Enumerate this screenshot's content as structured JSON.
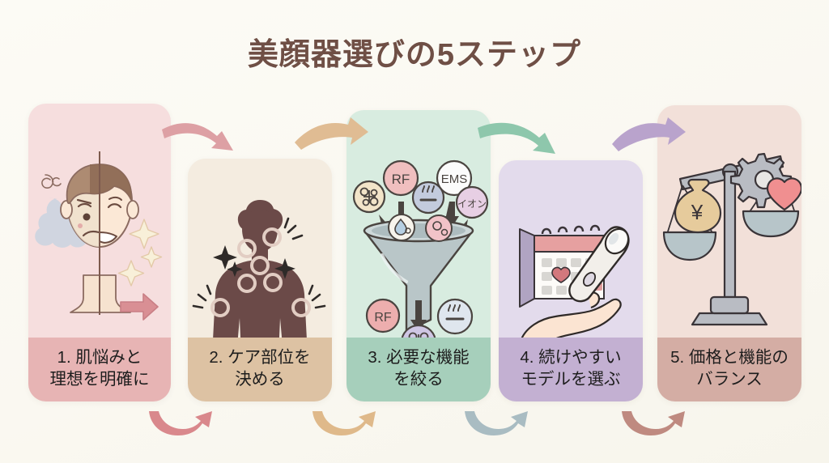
{
  "title": "美顔器選びの5ステップ",
  "theme": {
    "background": "#fbfaf4",
    "title_color": "#6f4f45",
    "label_color": "#1d1d1d"
  },
  "steps": [
    {
      "number": "1.",
      "label": "1. 肌悩みと\n理想を明確に",
      "card_color": "#f6dede",
      "band_color": "#e7b4b4",
      "illustration": "split-face-before-after",
      "illustration_parts": [
        "gloom-cloud",
        "worried-half-face",
        "smiling-half-face",
        "sparkle",
        "pink-right-arrow"
      ]
    },
    {
      "number": "2.",
      "label": "2. ケア部位を\n決める",
      "card_color": "#f4ece0",
      "band_color": "#ddc2a3",
      "illustration": "body-silhouette-care-zones",
      "illustration_parts": [
        "upper-body-silhouette",
        "zone-marker-circle",
        "sparkle",
        "motion-lines"
      ]
    },
    {
      "number": "3.",
      "label": "3. 必要な機能\nを絞る",
      "card_color": "#d8ece0",
      "band_color": "#a6cfbb",
      "illustration": "function-funnel",
      "funnel_inputs": [
        "bubbles",
        "RF",
        "steam",
        "EMS",
        "イオン"
      ],
      "funnel_outputs": [
        "RF",
        "bubbles",
        "steam"
      ]
    },
    {
      "number": "4.",
      "label": "4. 続けやすい\nモデルを選ぶ",
      "card_color": "#e3dbec",
      "band_color": "#c3b0d2",
      "illustration": "calendar-and-handheld-device",
      "illustration_parts": [
        "desk-calendar",
        "heart-marker",
        "hand",
        "beauty-device"
      ]
    },
    {
      "number": "5.",
      "label": "5. 価格と機能の\nバランス",
      "card_color": "#f2e0d9",
      "band_color": "#d4ada4",
      "illustration": "balance-scale-price-vs-features",
      "illustration_parts": [
        "balance-scale",
        "money-bag-yen",
        "gear",
        "heart"
      ],
      "money_symbol": "¥"
    }
  ],
  "badges": {
    "rf": "RF",
    "ems": "EMS",
    "ion": "イオン"
  },
  "arrows": [
    {
      "from": 1,
      "to": 2,
      "position": "top",
      "color": "#dda0a4"
    },
    {
      "from": 2,
      "to": 3,
      "position": "top",
      "color": "#e0bc93"
    },
    {
      "from": 3,
      "to": 4,
      "position": "top",
      "color": "#8ec7ac"
    },
    {
      "from": 4,
      "to": 5,
      "position": "top",
      "color": "#b9a3cc"
    },
    {
      "from": 1,
      "to": 2,
      "position": "bottom",
      "color": "#d9888c"
    },
    {
      "from": 2,
      "to": 3,
      "position": "bottom",
      "color": "#dfb98a"
    },
    {
      "from": 3,
      "to": 4,
      "position": "bottom",
      "color": "#a9bcc2"
    },
    {
      "from": 4,
      "to": 5,
      "position": "bottom",
      "color": "#bf8a80"
    }
  ]
}
